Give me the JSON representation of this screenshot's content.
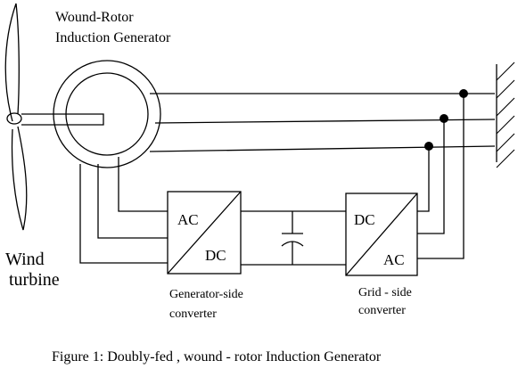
{
  "diagram": {
    "generator_label": [
      "Wound-Rotor",
      "Induction Generator"
    ],
    "turbine_label": [
      "Wind",
      "turbine"
    ],
    "gen_converter": {
      "top": "AC",
      "bottom": "DC",
      "label": [
        "Generator-side",
        "converter"
      ]
    },
    "grid_converter": {
      "top": "DC",
      "bottom": "AC",
      "label": [
        "Grid - side",
        "converter"
      ]
    },
    "caption": "Figure 1: Doubly-fed , wound - rotor Induction Generator"
  }
}
